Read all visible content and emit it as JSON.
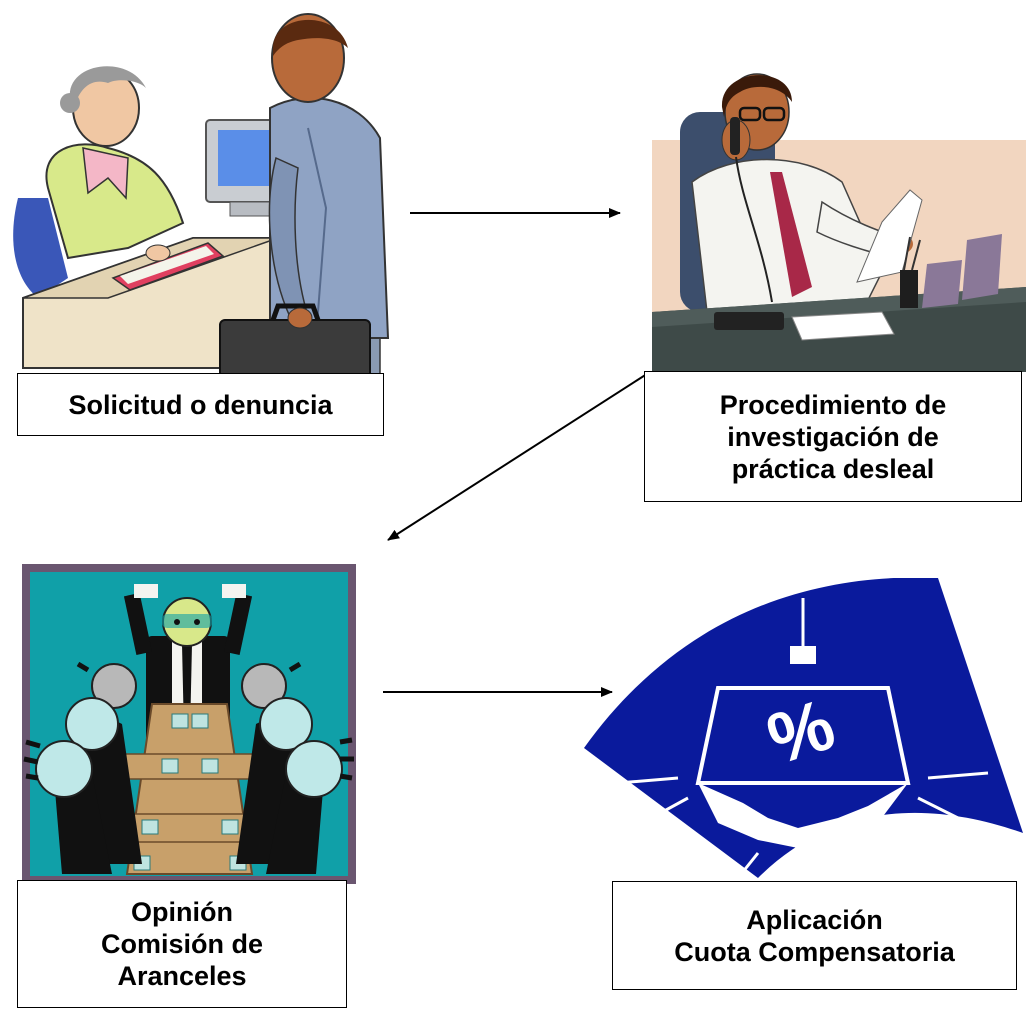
{
  "steps": {
    "solicitud": {
      "lines": [
        "Solicitud o denuncia"
      ]
    },
    "procedimiento": {
      "lines": [
        "Procedimiento de",
        "investigación de",
        "práctica desleal"
      ]
    },
    "opinion": {
      "lines": [
        "Opinión",
        "Comisión de",
        "Aranceles"
      ]
    },
    "aplicacion": {
      "lines": [
        "Aplicación",
        "Cuota Compensatoria"
      ]
    }
  },
  "illustration_symbols": {
    "percent_sign": "%"
  },
  "colors": {
    "arrow": "#000000",
    "teal_background": "#10a0a8",
    "royal_blue": "#0a1a9c",
    "desk_dark": "#3e4a48"
  },
  "icons": {
    "clerk_scene": "office-clerk-illustration",
    "phone_scene": "businessman-on-phone-illustration",
    "committee_scene": "committee-meeting-illustration",
    "tariff_scene": "percent-weight-illustration"
  }
}
